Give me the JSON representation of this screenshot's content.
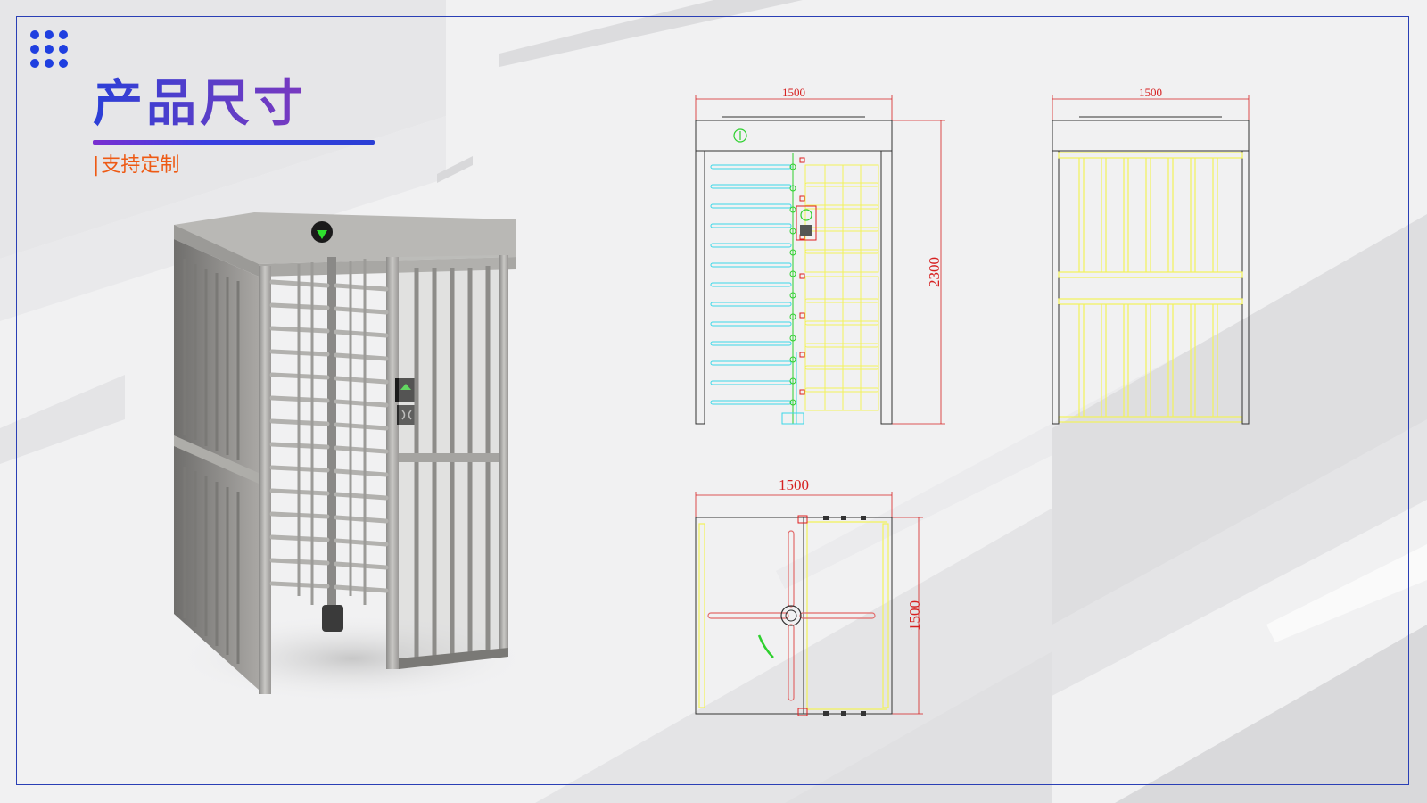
{
  "header": {
    "title": "产品尺寸",
    "subtitle": "支持定制"
  },
  "product": {
    "name": "full-height-turnstile"
  },
  "drawings": {
    "front_view": {
      "width_label": "1500",
      "height_label": "2300"
    },
    "side_view": {
      "width_label": "1500"
    },
    "top_view": {
      "width_label": "1500",
      "depth_label": "1500"
    }
  },
  "colors": {
    "frame": "#2a3fb5",
    "title_start": "#2b3fd8",
    "title_end": "#7a39c0",
    "subtitle": "#ee5a14",
    "dimension": "#d62020",
    "cad_cyan": "#3ad8e8",
    "cad_yellow": "#f2f25a",
    "cad_green": "#2ed02e"
  }
}
